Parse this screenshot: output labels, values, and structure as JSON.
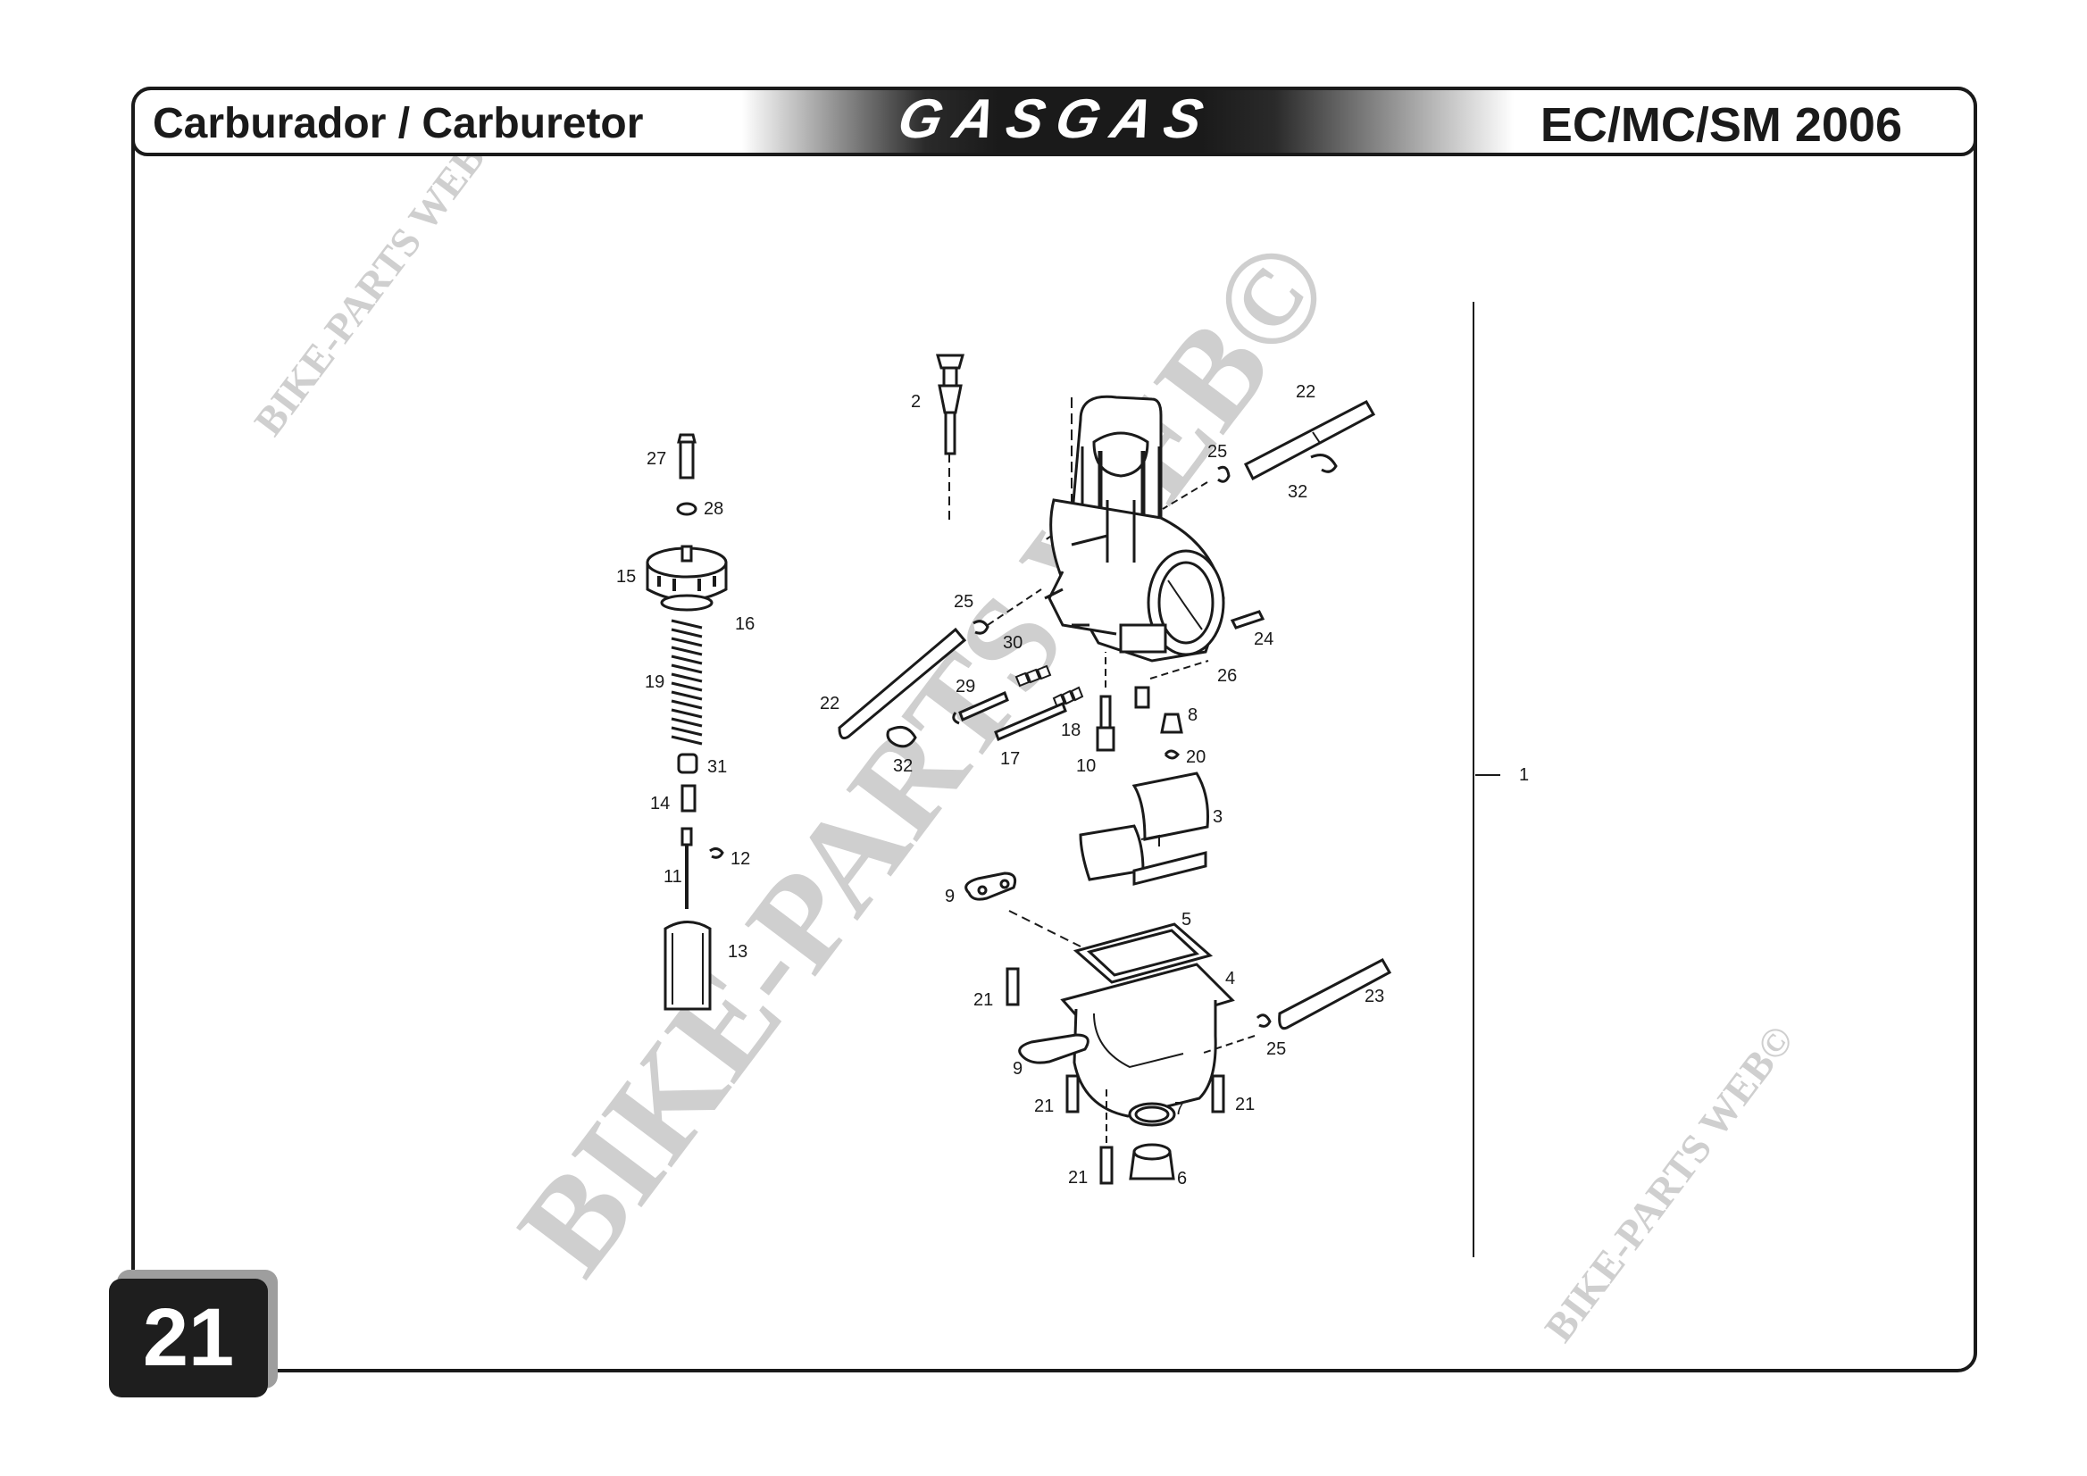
{
  "header": {
    "title_left": "Carburador / Carburetor",
    "brand": "GASGAS",
    "model": "EC/MC/SM 2006"
  },
  "page_number": "21",
  "watermark": "BIKE-PARTS WEB©",
  "callouts": {
    "c1": "1",
    "c2": "2",
    "c3": "3",
    "c4": "4",
    "c5": "5",
    "c6": "6",
    "c7": "7",
    "c8": "8",
    "c9a": "9",
    "c9b": "9",
    "c10": "10",
    "c11": "11",
    "c12": "12",
    "c13": "13",
    "c14": "14",
    "c15": "15",
    "c16": "16",
    "c17": "17",
    "c18": "18",
    "c19": "19",
    "c20": "20",
    "c21a": "21",
    "c21b": "21",
    "c21c": "21",
    "c21d": "21",
    "c22a": "22",
    "c22b": "22",
    "c23": "23",
    "c24": "24",
    "c25a": "25",
    "c25b": "25",
    "c25c": "25",
    "c26": "26",
    "c27": "27",
    "c28": "28",
    "c29": "29",
    "c30": "30",
    "c31": "31",
    "c32a": "32",
    "c32b": "32"
  },
  "colors": {
    "frame": "#1a1a1a",
    "watermark": "#cfcfcf",
    "badge": "#1e1e1e"
  }
}
